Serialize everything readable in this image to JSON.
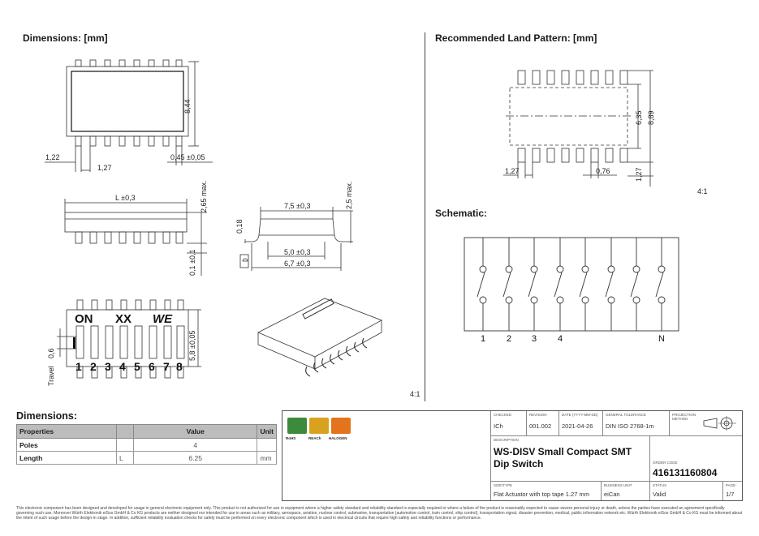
{
  "headings": {
    "dimensions": "Dimensions: [mm]",
    "land_pattern": "Recommended Land Pattern: [mm]",
    "schematic": "Schematic:",
    "dimensions_table": "Dimensions:"
  },
  "scales": {
    "land_pattern": "4:1",
    "drawing": "4:1"
  },
  "dims": {
    "height_844": "8,44",
    "pitch_122": "1,22",
    "pitch_127": "1,27",
    "pad_045": "0,45 ±0,05",
    "length_L": "L ±0,3",
    "max_265": "2,65 max.",
    "offset_01": "0,1 ±0,1",
    "side_75": "7,5 ±0,3",
    "max_25": "2,5 max.",
    "thick_018": "0,18",
    "foot_50": "5,0 ±0,3",
    "body_67": "6,7 ±0,3",
    "width_58": "5,8 ±0,05",
    "travel": "Travel",
    "travel_06": "0,6",
    "lp_635": "6,35",
    "lp_889": "8,89",
    "lp_127a": "1,27",
    "lp_076": "0,76",
    "lp_127b": "1,27"
  },
  "marks": {
    "on": "ON",
    "xx": "XX",
    "we": "WE",
    "positions": [
      "1",
      "2",
      "3",
      "4",
      "5",
      "6",
      "7",
      "8"
    ]
  },
  "schematic_labels": [
    "1",
    "2",
    "3",
    "4",
    "N"
  ],
  "table": {
    "headers": [
      "Properties",
      "",
      "Value",
      "Unit"
    ],
    "rows": [
      {
        "property": "Poles",
        "symbol": "",
        "value": "4",
        "unit": ""
      },
      {
        "property": "Length",
        "symbol": "L",
        "value": "6.25",
        "unit": "mm"
      }
    ]
  },
  "title_block": {
    "badges": [
      "RoHS",
      "REACh",
      "HALOGEN"
    ],
    "checked_label": "CHECKED",
    "checked": "ICh",
    "revision_label": "REVISION",
    "revision": "001.002",
    "date_label": "DATE (YYYY-MM-DD)",
    "date": "2021-04-26",
    "tolerance_label": "GENERAL TOLERANCE",
    "tolerance": "DIN ISO 2768-1m",
    "projection_label": "PROJECTION METHOD",
    "description_label": "DESCRIPTION",
    "description": "WS-DISV Small Compact SMT Dip Switch",
    "order_label": "ORDER CODE",
    "order_code": "416131160804",
    "size_label": "SIZE/TYPE",
    "size_type": "Flat Actuator with top tape 1.27 mm",
    "unit_label": "BUSINESS UNIT",
    "business_unit": "eiCan",
    "status_label": "STATUS",
    "status": "Valid",
    "page_label": "PAGE",
    "page": "1/7"
  },
  "footer": "This electronic component has been designed and developed for usage in general electronic equipment only. This product is not authorized for use in equipment where a higher safety standard and reliability standard is especially required or where a failure of the product is reasonably expected to cause severe personal injury or death, unless the parties have executed an agreement specifically governing such use. Moreover Würth Elektronik eiSos GmbH & Co KG products are neither designed nor intended for use in areas such as military, aerospace, aviation, nuclear control, submarine, transportation (automotive control, train control, ship control), transportation signal, disaster prevention, medical, public information network etc. Würth Elektronik eiSos GmbH & Co KG must be informed about the intent of such usage before the design-in stage. In addition, sufficient reliability evaluation checks for safety must be performed on every electronic component which is used in electrical circuits that require high safety and reliability functions or performance."
}
